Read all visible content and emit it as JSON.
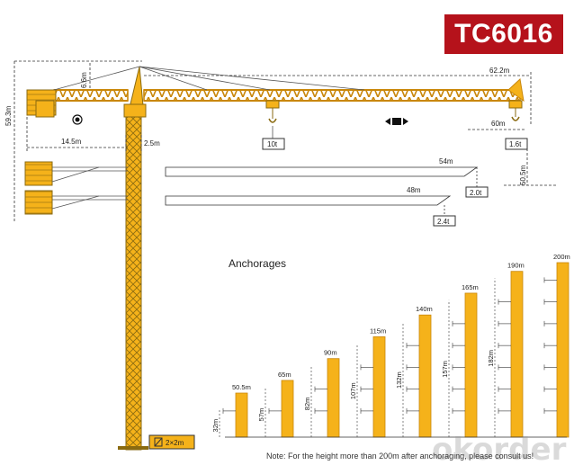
{
  "model": "TC6016",
  "labels": {
    "jib_length": "62.2m",
    "counter_jib_length": "14.5m",
    "tower_width": "2.5m",
    "height_under_hook": "59.3m",
    "counterjib_height": "6.6m",
    "max_load": "10t",
    "tip_radius": "60m",
    "tip_load": "1.6t",
    "free_height": "50.5m",
    "alt_jib_1_length": "54m",
    "alt_jib_1_load": "2.0t",
    "alt_jib_2_length": "48m",
    "alt_jib_2_load": "2.4t",
    "mast_section": "2×2m",
    "anchorages_title": "Anchorages",
    "note": "Note: For the height more than 200m after anchoraging, please consult us!",
    "watermark": "okorder"
  },
  "colors": {
    "crane": "#f5b21a",
    "steel": "#8a6a10",
    "badge": "#b5121b",
    "line": "#333333"
  },
  "anchorage_towers": [
    {
      "height": "50.5m",
      "anchor_height": "32m"
    },
    {
      "height": "65m",
      "anchor_height": "57m"
    },
    {
      "height": "90m",
      "anchor_height": "82m"
    },
    {
      "height": "115m",
      "anchor_height": "107m"
    },
    {
      "height": "140m",
      "anchor_height": "132m"
    },
    {
      "height": "165m",
      "anchor_height": "157m"
    },
    {
      "height": "190m",
      "anchor_height": "182m"
    },
    {
      "height": "200m",
      "anchor_height": ""
    }
  ]
}
